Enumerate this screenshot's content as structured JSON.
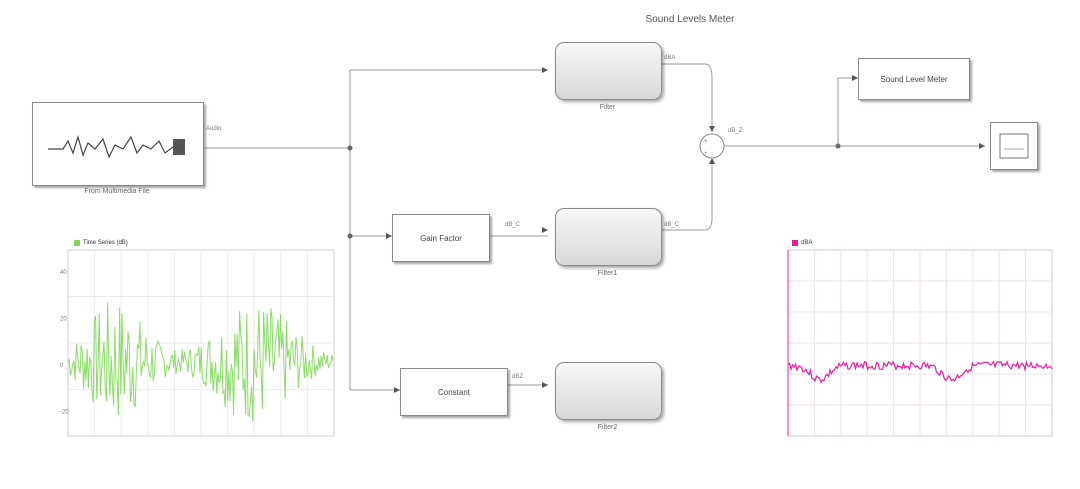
{
  "diagram": {
    "title": "Sound Levels Meter"
  },
  "blocks": {
    "source": {
      "label": "From Multimedia File"
    },
    "filter_top": {
      "label": "Filter"
    },
    "filter_mid": {
      "label": "Filter1"
    },
    "filter_bot": {
      "label": "Filter2"
    },
    "gain_mid": {
      "text": "Gain Factor"
    },
    "gain_bot": {
      "text": "Constant"
    },
    "display_top": {
      "text": "Sound Level Meter"
    },
    "scope_out": {
      "text": ""
    },
    "sum": {
      "sign_top": "+",
      "sign_bot": "+"
    }
  },
  "port_labels": {
    "source_out": "Audio",
    "filter_top_out": "dBA",
    "filter_mid_in": "dB_C",
    "filter_mid_out": "dB_C",
    "sum_out": "dB_Z",
    "gain_bot_out": "dBZ"
  },
  "scopes": {
    "left": {
      "legend": "Time Series (dB)",
      "color": "#7ed957",
      "yticks": [
        "40",
        "20",
        "0",
        "-20"
      ]
    },
    "right": {
      "legend": "dBA",
      "color": "#e91e9b"
    }
  }
}
